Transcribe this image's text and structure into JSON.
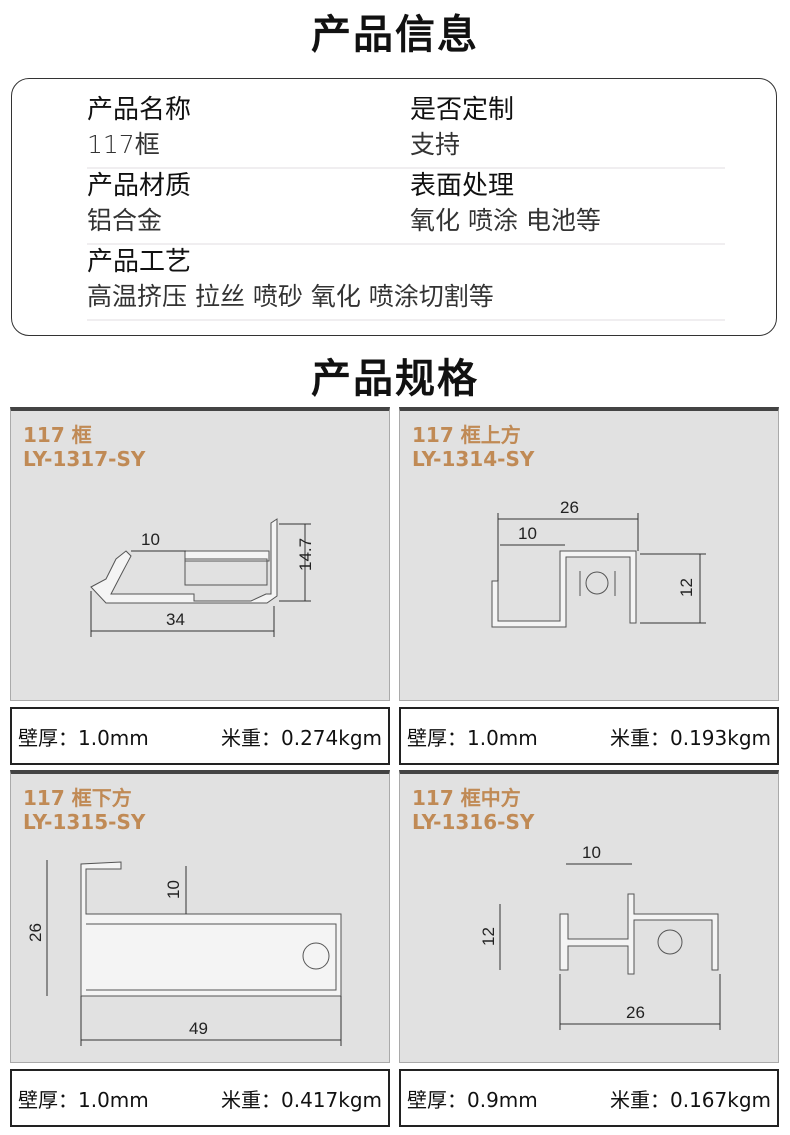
{
  "info": {
    "title": "产品信息",
    "rows": [
      [
        {
          "label": "产品名称",
          "value": "117框"
        },
        {
          "label": "是否定制",
          "value": "支持"
        }
      ],
      [
        {
          "label": "产品材质",
          "value": "铝合金"
        },
        {
          "label": "表面处理",
          "value": "氧化 喷涂 电池等"
        }
      ],
      [
        {
          "label": "产品工艺",
          "value": "高温挤压 拉丝 喷砂 氧化 喷涂切割等"
        }
      ]
    ]
  },
  "spec": {
    "title": "产品规格",
    "cards": [
      {
        "name": "117 框",
        "code": "LY-1317-SY",
        "dims": [
          "10",
          "14.7",
          "34"
        ],
        "wall": "壁厚：1.0mm",
        "weight": "米重：0.274kgm"
      },
      {
        "name": "117 框上方",
        "code": "LY-1314-SY",
        "dims": [
          "26",
          "10",
          "12"
        ],
        "wall": "壁厚：1.0mm",
        "weight": "米重：0.193kgm"
      },
      {
        "name": "117 框下方",
        "code": "LY-1315-SY",
        "dims": [
          "10",
          "26",
          "49"
        ],
        "wall": "壁厚：1.0mm",
        "weight": "米重：0.417kgm"
      },
      {
        "name": "117 框中方",
        "code": "LY-1316-SY",
        "dims": [
          "10",
          "12",
          "26"
        ],
        "wall": "壁厚：0.9mm",
        "weight": "米重：0.167kgm"
      }
    ]
  },
  "colors": {
    "accent": "#c08a55"
  }
}
